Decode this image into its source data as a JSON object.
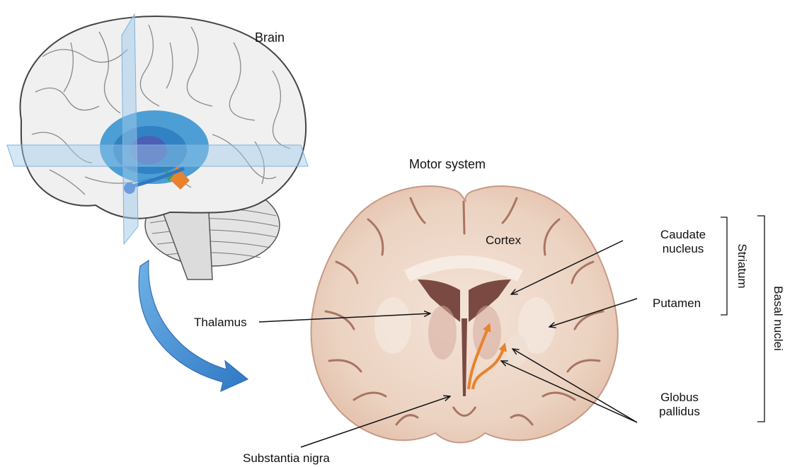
{
  "labels": {
    "brain": "Brain",
    "motor_system": "Motor system",
    "cortex": "Cortex",
    "caudate_nucleus_line1": "Caudate",
    "caudate_nucleus_line2": "nucleus",
    "putamen": "Putamen",
    "thalamus": "Thalamus",
    "globus_pallidus_line1": "Globus",
    "globus_pallidus_line2": "pallidus",
    "substantia_nigra": "Substantia nigra",
    "striatum": "Striatum",
    "basal_nuclei": "Basal nuclei"
  },
  "colors": {
    "brain_surface": "#eeeeee",
    "brain_outline": "#555555",
    "plane_overlay": "#9ec9ea",
    "basal_ganglia_highlight": "#2f8fd0",
    "tissue": "#ecd3c2",
    "tissue_deep": "#d4a99a",
    "ventricle": "#7a4a42",
    "pathway_arrow": "#e8822e",
    "transition_arrow": "#3f8fd2"
  }
}
